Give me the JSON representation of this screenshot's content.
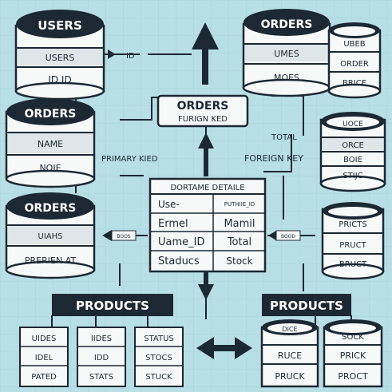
{
  "database_cylinders": {
    "users": {
      "title": "USERS",
      "rows": [
        "USERS",
        "ID ID"
      ]
    },
    "orders_top": {
      "title": "ORDERS",
      "rows": [
        "UMES",
        "MOES"
      ]
    },
    "orders_left_mid": {
      "title": "ORDERS",
      "rows": [
        "NAME",
        "NOIE"
      ]
    },
    "orders_left_low": {
      "title": "ORDERS",
      "rows": [
        "UIAHS",
        "PRERIEN AT"
      ]
    },
    "right_top": {
      "rows": [
        "UBEB",
        "ORDER",
        "BRICE"
      ]
    },
    "right_mid": {
      "rows": [
        "UOCE",
        "ORCE",
        "BOIE",
        "STIJC"
      ]
    },
    "right_low": {
      "rows": [
        "PRICTS",
        "PRUCT",
        "BRUCT"
      ]
    },
    "bottom_a": {
      "rows": [
        "DICE",
        "RUCE",
        "PRUCK"
      ]
    },
    "bottom_b": {
      "rows": [
        "SOCK",
        "PRICK",
        "PROCT"
      ]
    }
  },
  "orders_box": {
    "title": "ORDERS",
    "subtitle": "FURIGN KED"
  },
  "relation_labels": {
    "id": "ID",
    "primary_key": "PRIMARY KIED",
    "total": "TOTAL",
    "foreign_key": "FOREIGN KEY",
    "small_left": "BOOS",
    "small_right": "BOOD"
  },
  "detail_table": {
    "title": "DORTAME DETAILE",
    "rows": [
      [
        "Use-",
        "PUTHIIE_ID"
      ],
      [
        "Ermel",
        "Mamil"
      ],
      [
        "Uame_ID",
        "Total"
      ],
      [
        "Staducs",
        "Stock"
      ]
    ]
  },
  "products_left": {
    "label": "PRODUCTS",
    "cards": [
      [
        "UIDES",
        "IDEL",
        "PATED"
      ],
      [
        "IIDES",
        "IDD",
        "STATS"
      ],
      [
        "STATUS",
        "STOCS",
        "STUCK"
      ]
    ]
  },
  "products_right": {
    "label": "PRODUCTS"
  },
  "colors": {
    "background": "#b8dfe5",
    "dark": "#1c2833",
    "cylinder": "#f7f9f9",
    "band": "#dfe6ea"
  }
}
